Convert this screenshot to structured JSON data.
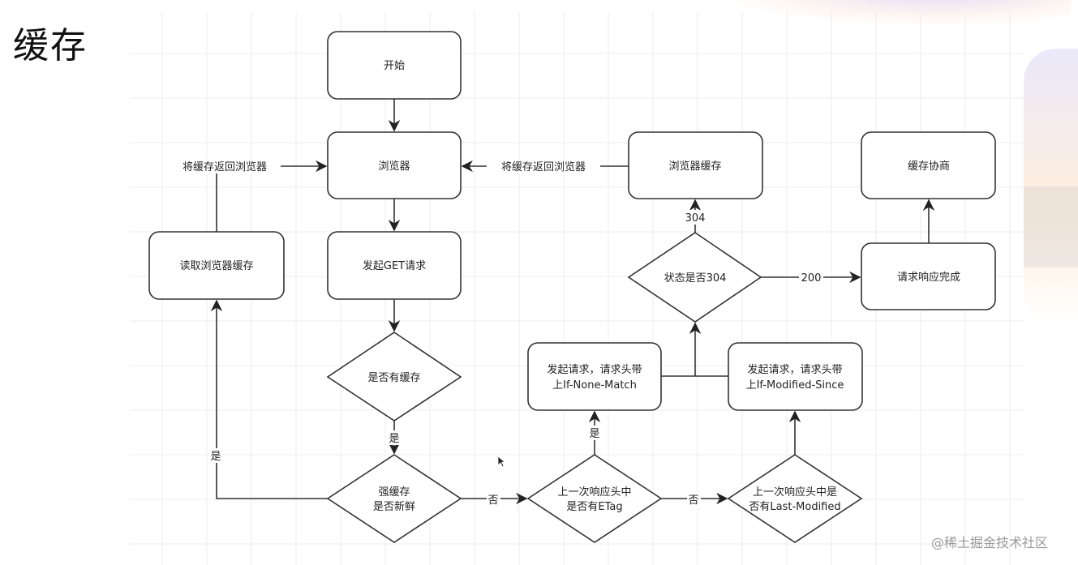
{
  "slide": {
    "title": "缓存",
    "watermark": "@稀土掘金技术社区"
  },
  "nodes": {
    "start": "开始",
    "browser": "浏览器",
    "get_request": "发起GET请求",
    "has_cache": "是否有缓存",
    "read_cache": "读取浏览器缓存",
    "strong_cache_fresh": [
      "强缓存",
      "是否新鲜"
    ],
    "has_etag": [
      "上一次响应头中",
      "是否有ETag"
    ],
    "has_last_modified": [
      "上一次响应头中是",
      "否有Last-Modified"
    ],
    "req_if_none_match": [
      "发起请求，请求头带",
      "上If-None-Match"
    ],
    "req_if_modified_since": [
      "发起请求，请求头带",
      "上If-Modified-Since"
    ],
    "status_304": "状态是否304",
    "browser_cache": "浏览器缓存",
    "request_complete": "请求响应完成",
    "cache_negotiation": "缓存协商"
  },
  "edge_labels": {
    "return_cache_left": "将缓存返回浏览器",
    "return_cache_right": "将缓存返回浏览器",
    "has_cache_yes": "是",
    "fresh_yes": "是",
    "fresh_no": "否",
    "etag_yes": "是",
    "etag_no": "否",
    "status_304": "304",
    "status_200": "200"
  },
  "colors": {
    "stroke": "#333333",
    "grid": "#ececec",
    "text": "#222222"
  }
}
